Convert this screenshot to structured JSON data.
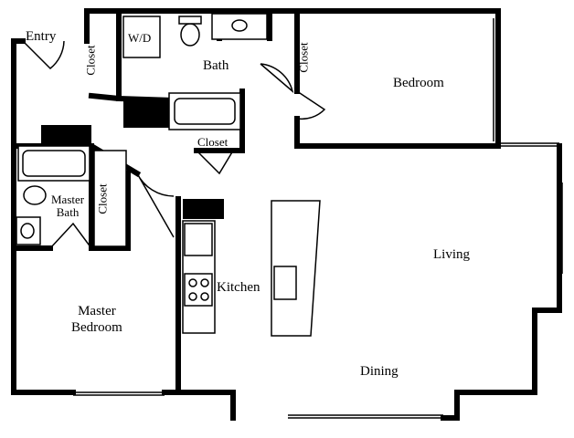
{
  "rooms": {
    "entry": "Entry",
    "closet": "Closet",
    "wd": "W/D",
    "bath": "Bath",
    "bedroom": "Bedroom",
    "master_bath_line1": "Master",
    "master_bath_line2": "Bath",
    "kitchen": "Kitchen",
    "living": "Living",
    "master_bedroom_line1": "Master",
    "master_bedroom_line2": "Bedroom",
    "dining": "Dining"
  }
}
